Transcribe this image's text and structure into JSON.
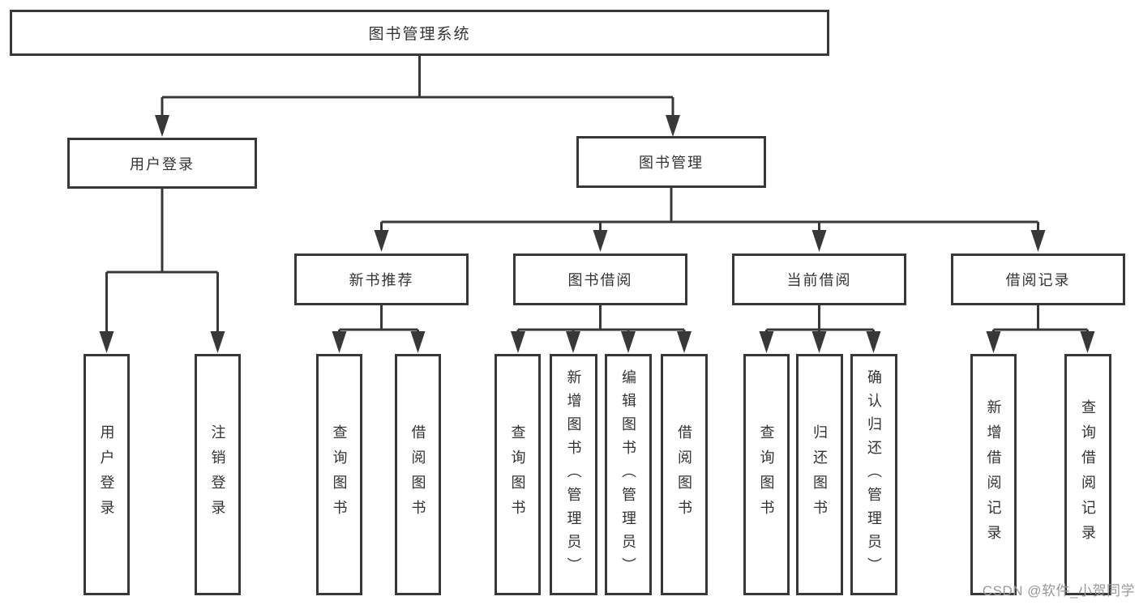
{
  "tree": {
    "root": {
      "label": "图书管理系统"
    },
    "level2": [
      {
        "label": "用户登录",
        "children": [
          {
            "label": "用户登录"
          },
          {
            "label": "注销登录"
          }
        ]
      },
      {
        "label": "图书管理",
        "children": [
          {
            "label": "新书推荐",
            "children": [
              {
                "label": "查询图书"
              },
              {
                "label": "借阅图书"
              }
            ]
          },
          {
            "label": "图书借阅",
            "children": [
              {
                "label": "查询图书"
              },
              {
                "label": "新增图书（管理员）"
              },
              {
                "label": "编辑图书（管理员）"
              },
              {
                "label": "借阅图书"
              }
            ]
          },
          {
            "label": "当前借阅",
            "children": [
              {
                "label": "查询图书"
              },
              {
                "label": "归还图书"
              },
              {
                "label": "确认归还（管理员）"
              }
            ]
          },
          {
            "label": "借阅记录",
            "children": [
              {
                "label": "新增借阅记录"
              },
              {
                "label": "查询借阅记录"
              }
            ]
          }
        ]
      }
    ]
  },
  "watermark": {
    "text": "CSDN @软件_小贺同学"
  },
  "colors": {
    "line": "#383838",
    "box_border": "#383838",
    "text": "#333333",
    "watermark": "#989898",
    "background": "#ffffff"
  }
}
